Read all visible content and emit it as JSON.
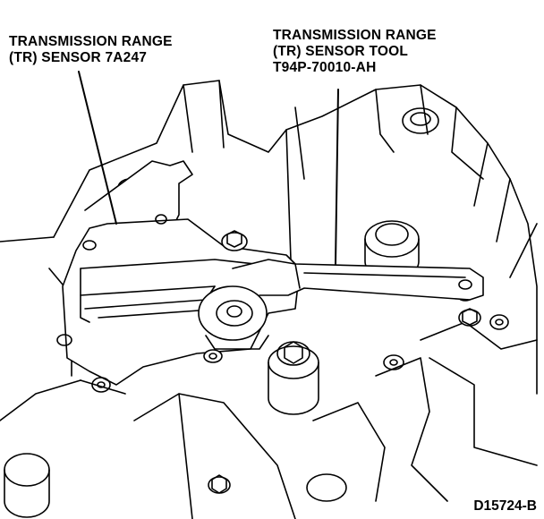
{
  "callouts": {
    "sensor": {
      "line1": "TRANSMISSION RANGE",
      "line2": "(TR) SENSOR 7A247"
    },
    "tool": {
      "line1": "TRANSMISSION RANGE",
      "line2": "(TR) SENSOR TOOL",
      "line3": "T94P-70010-AH"
    }
  },
  "figure_id": "D15724-B",
  "colors": {
    "ink": "#000000",
    "paper": "#ffffff"
  }
}
